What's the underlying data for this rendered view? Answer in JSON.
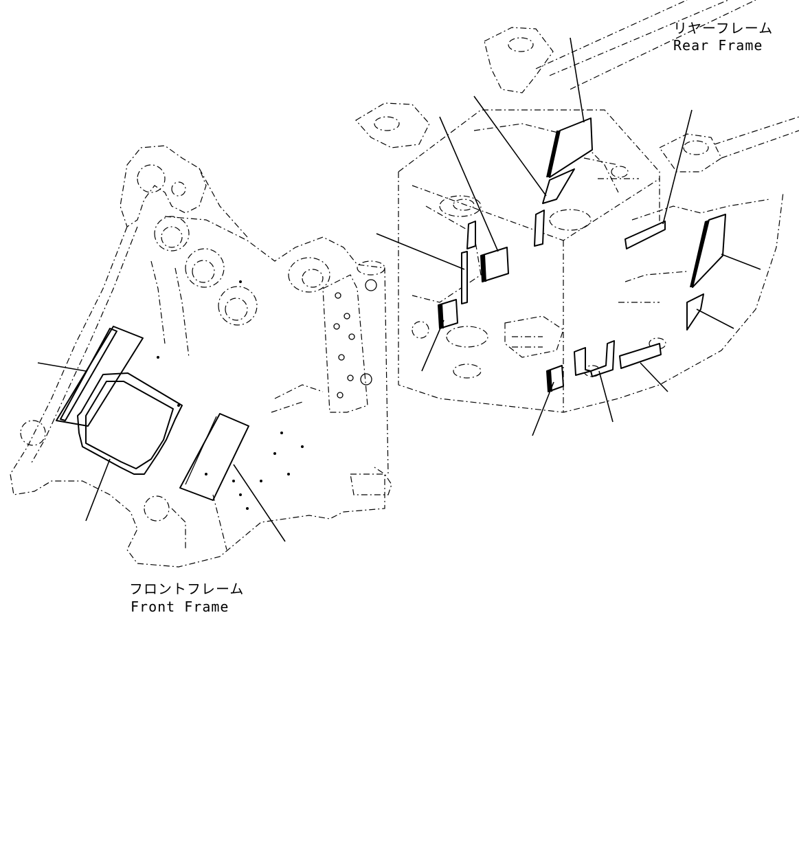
{
  "labels": {
    "rear_frame_jp": "リヤーフレーム",
    "rear_frame_en": "Rear Frame",
    "front_frame_jp": "フロントフレーム",
    "front_frame_en": "Front Frame"
  }
}
